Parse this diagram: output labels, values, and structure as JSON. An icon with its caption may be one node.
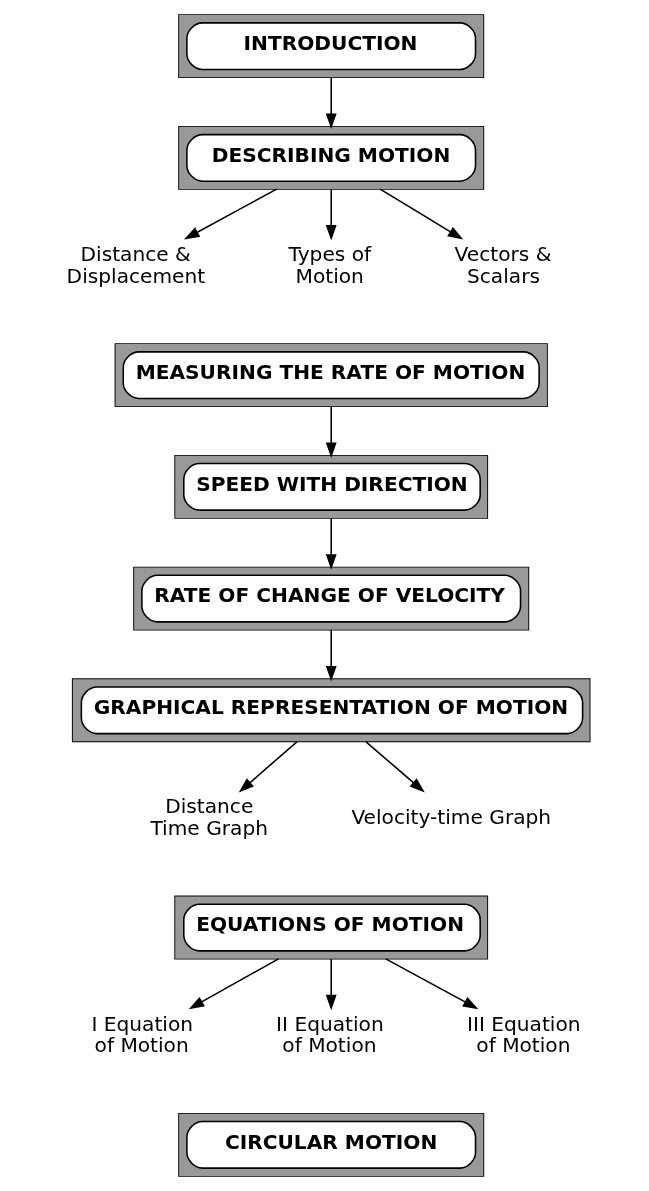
{
  "diagram": {
    "nodes": [
      {
        "text": [
          "INTRODUCTION"
        ]
      },
      {
        "text": [
          "DESCRIBING MOTION"
        ]
      },
      {
        "text": [
          "Distance & Displacement"
        ]
      },
      {
        "text": [
          "Types of Motion"
        ]
      },
      {
        "text": [
          "Vectors & Scalars"
        ]
      },
      {
        "text": [
          "MEASURING THE RATE OF MOTION"
        ]
      },
      {
        "text": [
          "SPEED WITH DIRECTION"
        ]
      },
      {
        "text": [
          "RATE OF CHANGE OF VELOCITY"
        ]
      },
      {
        "text": [
          "GRAPHICAL REPRESENTATION OF MOTION"
        ]
      },
      {
        "text": [
          "Distance Time Graph"
        ]
      },
      {
        "text": [
          "Velocity-time Graph"
        ]
      },
      {
        "text": [
          "EQUATIONS OF MOTION"
        ]
      },
      {
        "text": [
          "I Equation of Motion"
        ]
      },
      {
        "text": [
          "II Equation of Motion"
        ]
      },
      {
        "text": [
          "III Equation of Motion"
        ]
      },
      {
        "text": [
          "CIRCULAR MOTION"
        ]
      }
    ],
    "edges": [
      {
        "from": 0,
        "to": 1,
        "arrow": "to"
      },
      {
        "from": 1,
        "to": 2,
        "arrow": "to"
      },
      {
        "from": 1,
        "to": 3,
        "arrow": "to"
      },
      {
        "from": 1,
        "to": 4,
        "arrow": "to"
      },
      {
        "from": 5,
        "to": 6,
        "arrow": "to"
      },
      {
        "from": 6,
        "to": 7,
        "arrow": "to"
      },
      {
        "from": 7,
        "to": 8,
        "arrow": "to"
      },
      {
        "from": 8,
        "to": 9,
        "arrow": "to"
      },
      {
        "from": 8,
        "to": 10,
        "arrow": "to"
      },
      {
        "from": 11,
        "to": 12,
        "arrow": "to"
      },
      {
        "from": 11,
        "to": 13,
        "arrow": "to"
      },
      {
        "from": 11,
        "to": 14,
        "arrow": "to"
      }
    ]
  }
}
